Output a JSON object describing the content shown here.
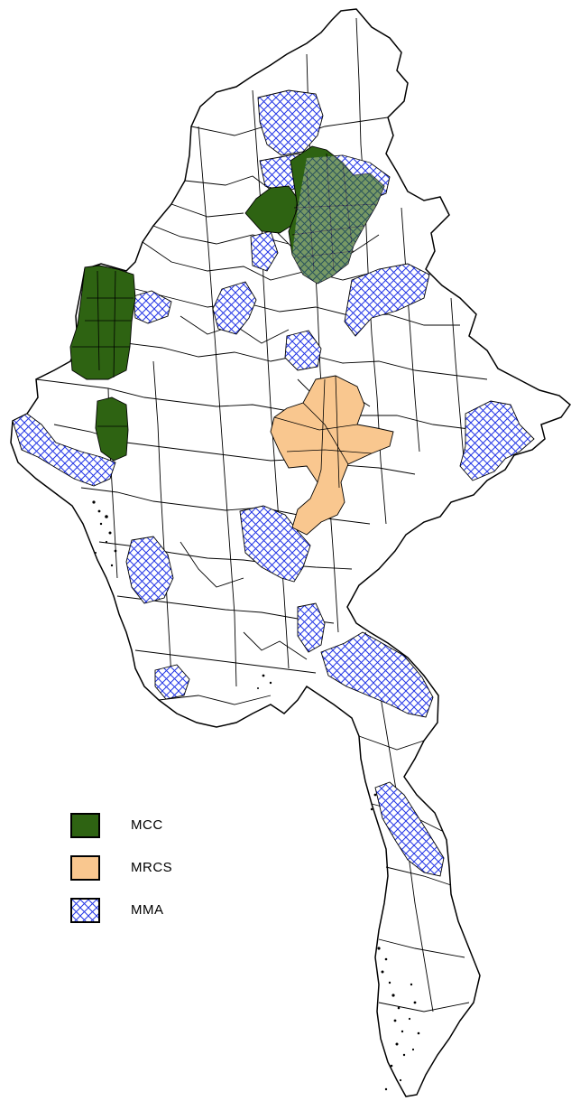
{
  "legend": {
    "items": [
      {
        "label": "MCC",
        "fill": "#2e6312",
        "pattern": "solid"
      },
      {
        "label": "MRCS",
        "fill": "#f9c78f",
        "pattern": "solid"
      },
      {
        "label": "MMA",
        "fill": "#2336e6",
        "pattern": "crosshatch"
      }
    ]
  },
  "colors": {
    "outline": "#000000",
    "background": "#ffffff",
    "mcc": "#2e6312",
    "mrcs": "#f9c78f",
    "mma_hatch": "#2336e6"
  }
}
